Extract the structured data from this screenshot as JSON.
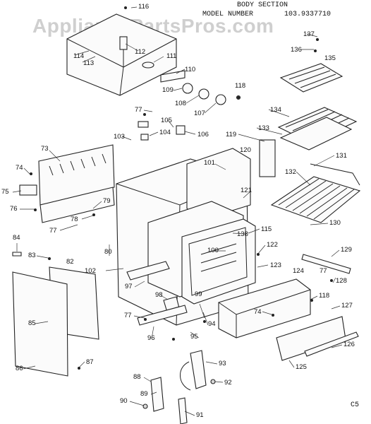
{
  "header": {
    "section": "BODY SECTION",
    "model_label": "MODEL NUMBER",
    "model_number": "103.9337710"
  },
  "watermark": "AppliancePartsPros.com",
  "corner_code": "C5",
  "callouts": [
    "116",
    "137",
    "136",
    "135",
    "111",
    "112",
    "113",
    "114",
    "110",
    "109",
    "108",
    "107",
    "118",
    "77",
    "105",
    "104",
    "103",
    "106",
    "134",
    "133",
    "119",
    "120",
    "73",
    "74",
    "75",
    "76",
    "101",
    "121",
    "131",
    "132",
    "79",
    "78",
    "77",
    "138",
    "115",
    "130",
    "84",
    "83",
    "82",
    "80",
    "100",
    "122",
    "129",
    "102",
    "123",
    "124",
    "77",
    "128",
    "97",
    "98",
    "99",
    "118",
    "74",
    "127",
    "85",
    "77",
    "96",
    "94",
    "95",
    "126",
    "86",
    "87",
    "125",
    "93",
    "88",
    "92",
    "89",
    "90",
    "91"
  ]
}
